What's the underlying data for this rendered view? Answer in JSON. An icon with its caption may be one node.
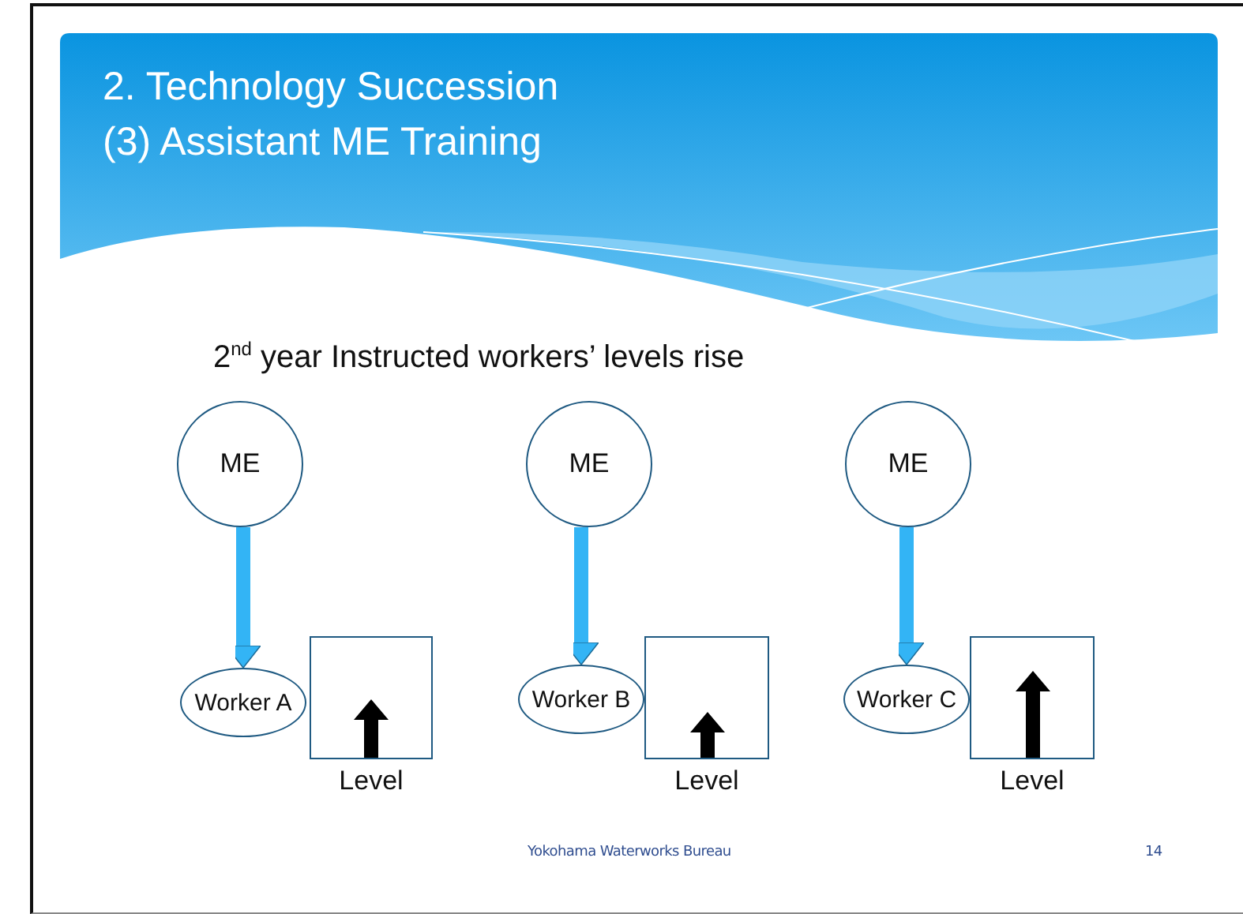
{
  "diagram": {
    "title": "2. Technology Succession (3) Assistant ME Training",
    "nodes": [
      {
        "text": [
          "ME"
        ]
      },
      {
        "text": [
          "ME"
        ]
      },
      {
        "text": [
          "ME"
        ]
      },
      {
        "text": [
          "Worker A"
        ]
      },
      {
        "text": [
          "Level"
        ]
      },
      {
        "text": [
          "Worker B"
        ]
      },
      {
        "text": [
          "Level"
        ]
      },
      {
        "text": [
          "Worker C"
        ]
      },
      {
        "text": [
          "Level"
        ]
      }
    ],
    "edges": [
      {
        "from": 0,
        "to": 3,
        "arrow": "to"
      },
      {
        "from": 1,
        "to": 5,
        "arrow": "to"
      },
      {
        "from": 2,
        "to": 7,
        "arrow": "to"
      }
    ],
    "labels": [
      "2$^{nd}$ year Instructed workers’ levels rise",
      "Yokohama Waterworks Bureau",
      "14"
    ]
  }
}
